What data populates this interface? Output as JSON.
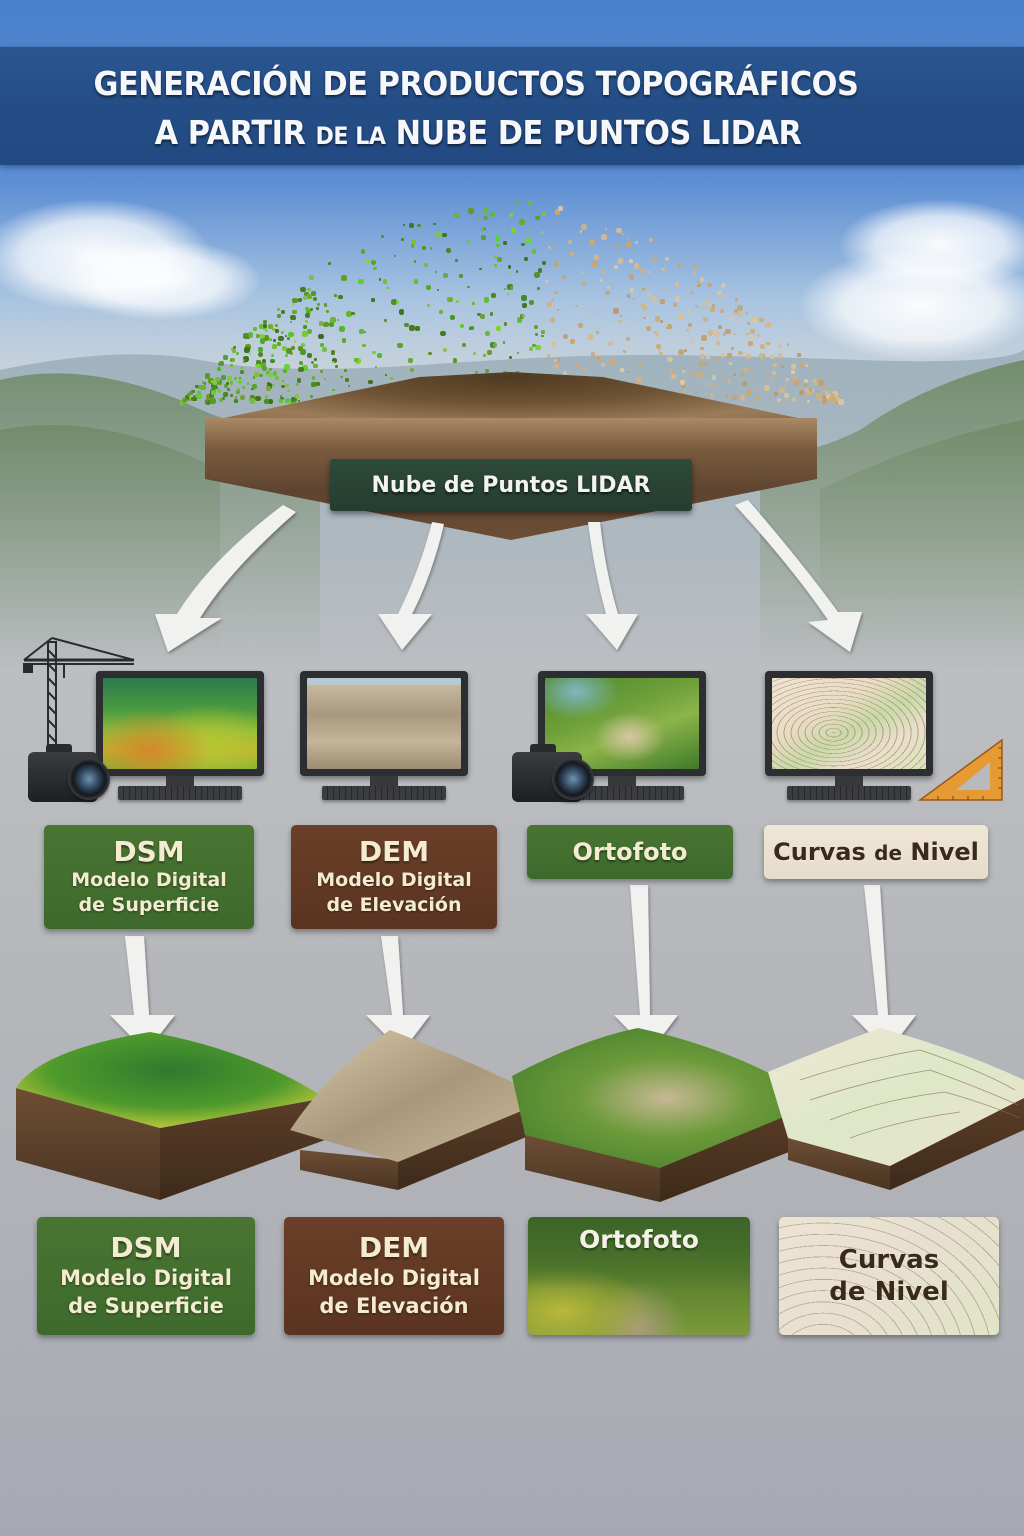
{
  "header": {
    "title_line1": "GENERACIÓN DE PRODUCTOS TOPOGRÁFICOS",
    "title_line2_a": "A PARTIR",
    "title_line2_b": "DE LA",
    "title_line2_c": "NUBE DE PUNTOS LIDAR"
  },
  "source": {
    "label": "Nube de Puntos LIDAR"
  },
  "colors": {
    "header_band": "#244d86",
    "sky": "#4a80cc",
    "source_label_bg": "#2e4a3a",
    "dsm_green": "#3d6a2c",
    "dem_brown": "#5a3421",
    "curvas_cream": "#e6dccb",
    "arrow": "#f0f0ee",
    "background_gray": "#b4b6ba"
  },
  "products": [
    {
      "id": "dsm",
      "monitor_screen": "vegetation-canopy",
      "accessory_icons": [
        "crane-icon",
        "camera-icon"
      ],
      "label_abbr": "DSM",
      "label_line1": "Modelo Digital",
      "label_line2": "de Superficie",
      "result_abbr": "DSM",
      "result_line1": "Modelo Digital",
      "result_line2": "de Superficie"
    },
    {
      "id": "dem",
      "monitor_screen": "bare-earth-terrain",
      "accessory_icons": [],
      "label_abbr": "DEM",
      "label_line1": "Modelo Digital",
      "label_line2": "de Elevación",
      "result_abbr": "DEM",
      "result_line1": "Modelo Digital",
      "result_line2": "de Elevación"
    },
    {
      "id": "ortofoto",
      "monitor_screen": "aerial-photo",
      "accessory_icons": [
        "camera-icon"
      ],
      "label": "Ortofoto",
      "result_label": "Ortofoto"
    },
    {
      "id": "curvas",
      "monitor_screen": "contour-map",
      "accessory_icons": [
        "set-square-icon"
      ],
      "label_a": "Curvas",
      "label_b": "de",
      "label_c": "Nivel",
      "result_line1": "Curvas",
      "result_line2": "de Nivel"
    }
  ]
}
